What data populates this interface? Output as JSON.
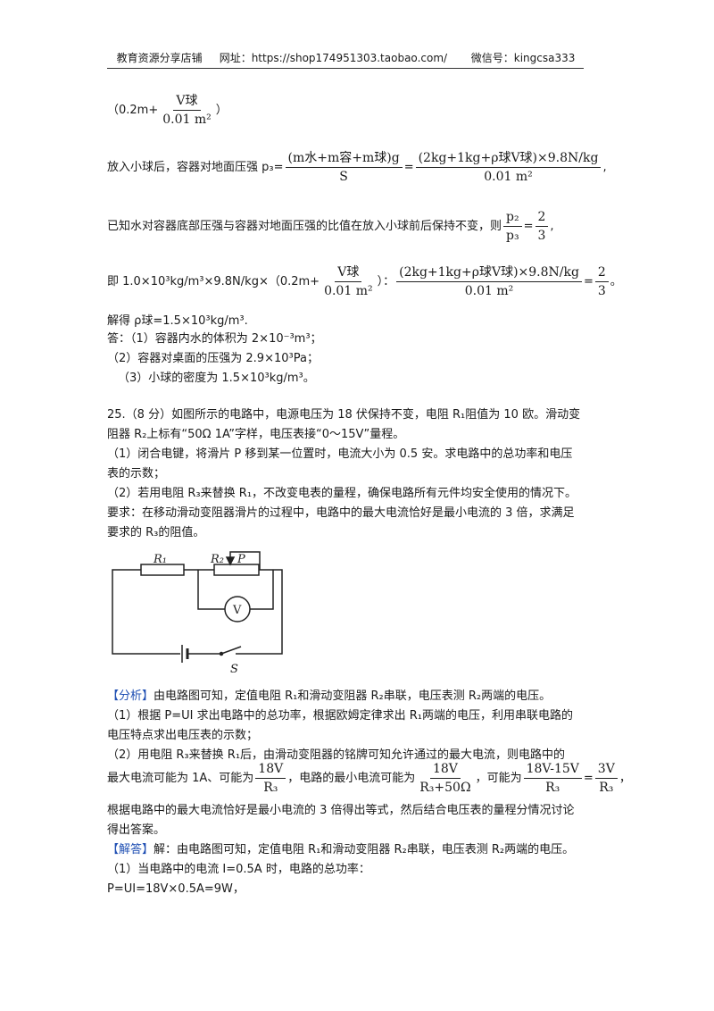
{
  "header": {
    "shop": "教育资源分享店铺",
    "url_label": "网址：https://shop174951303.taobao.com/",
    "wechat": "微信号：kingcsa333"
  },
  "top_fraction": {
    "prefix": "（0.2m+",
    "num": "V球",
    "den": "0.01 m²",
    "suffix": "）"
  },
  "p3_line": {
    "text": "放入小球后，容器对地面压强 p₃=",
    "frac1_num": "(m水+m容+m球)g",
    "frac1_den": "S",
    "eq": "=",
    "frac2_num": "(2kg+1kg+ρ球V球)×9.8N/kg",
    "frac2_den": "0.01 m²",
    "tail": ","
  },
  "ratio_line": {
    "text": "已知水对容器底部压强与容器对地面压强的比值在放入小球前后保持不变，则",
    "num": "p₂",
    "den": "p₃",
    "eq": "=",
    "rnum": "2",
    "rden": "3",
    "tail": ","
  },
  "equation_line": {
    "text": "即 1.0×10³kg/m³×9.8N/kg×（0.2m+",
    "f1_num": "V球",
    "f1_den": "0.01 m²",
    "mid": "）：",
    "f2_num": "(2kg+1kg+ρ球V球)×9.8N/kg",
    "f2_den": "0.01 m²",
    "eq": "=",
    "rnum": "2",
    "rden": "3",
    "tail": "。"
  },
  "solution": [
    "解得 ρ球=1.5×10³kg/m³.",
    "答：（1）容器内水的体积为 2×10⁻³m³；",
    "（2）容器对桌面的压强为 2.9×10³Pa；",
    "（3）小球的密度为 1.5×10³kg/m³。"
  ],
  "problem": [
    "25.（8 分）如图所示的电路中，电源电压为 18 伏保持不变，电阻 R₁阻值为 10 欧。滑动变",
    "阻器 R₂上标有“50Ω 1A”字样，电压表接“0～15V”量程。",
    "（1）闭合电键，将滑片 P 移到某一位置时，电流大小为 0.5 安。求电路中的总功率和电压",
    "表的示数；",
    "（2）若用电阻 R₃来替换 R₁，不改变电表的量程，确保电路所有元件均安全使用的情况下。",
    "要求：在移动滑动变阻器滑片的过程中，电路中的最大电流恰好是最小电流的 3 倍，求满足",
    "要求的 R₃的阻值。"
  ],
  "circuit": {
    "r1": "R₁",
    "r2": "R₂",
    "p": "P",
    "v": "V",
    "s": "S"
  },
  "analysis": {
    "tag": "【分析】",
    "l1": "由电路图可知，定值电阻 R₁和滑动变阻器 R₂串联，电压表测 R₂两端的电压。",
    "l2": "（1）根据 P=UI 求出电路中的总功率，根据欧姆定律求出 R₁两端的电压，利用串联电路的",
    "l3": "电压特点求出电压表的示数；",
    "l4": "（2）用电阻 R₃来替换 R₁后，由滑动变阻器的铭牌可知允许通过的最大电流，则电路中的",
    "l5_a": "最大电流可能为 1A、可能为",
    "l5_f1n": "18V",
    "l5_f1d": "R₃",
    "l5_b": "，电路的最小电流可能为",
    "l5_f2n": "18V",
    "l5_f2d": "R₃+50Ω",
    "l5_c": "，可能为",
    "l5_f3n": "18V-15V",
    "l5_f3d": "R₃",
    "l5_eq": "=",
    "l5_f4n": "3V",
    "l5_f4d": "R₃",
    "l5_d": "，",
    "l6": "根据电路中的最大电流恰好是最小电流的 3 倍得出等式，然后结合电压表的量程分情况讨论",
    "l7": "得出答案。"
  },
  "answer": {
    "tag": "【解答】",
    "l1": "解：由电路图可知，定值电阻 R₁和滑动变阻器 R₂串联，电压表测 R₂两端的电压。",
    "l2": "（1）当电路中的电流 I=0.5A 时，电路的总功率：",
    "l3": "P=UI=18V×0.5A=9W，"
  }
}
